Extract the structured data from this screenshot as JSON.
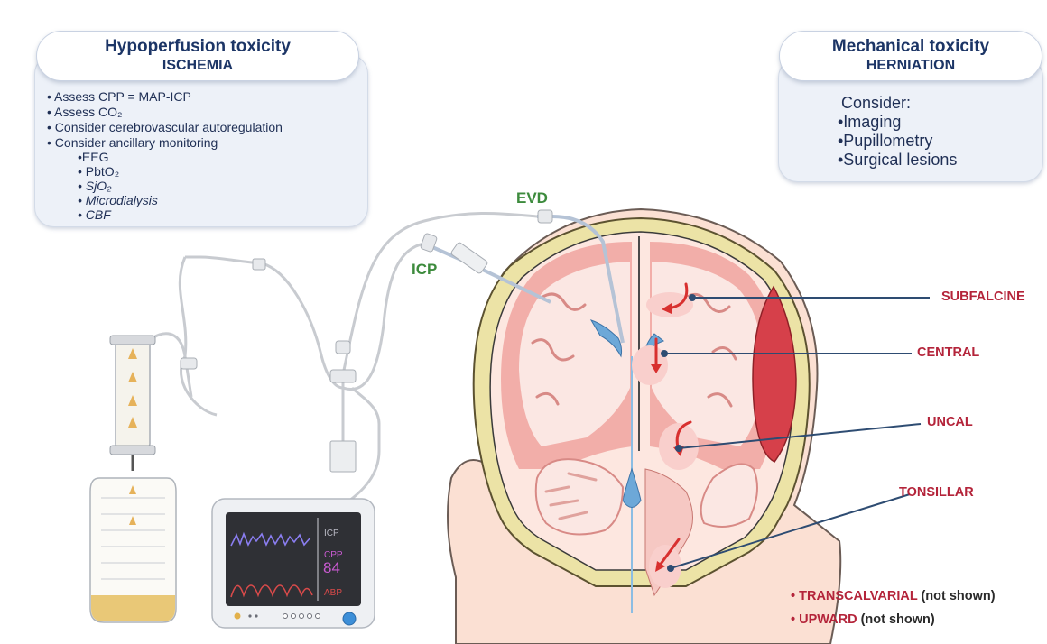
{
  "hypo": {
    "title": "Hypoperfusion toxicity",
    "subtitle": "ISCHEMIA",
    "items": [
      "• Assess CPP = MAP-ICP",
      "• Assess CO₂",
      "• Consider cerebrovascular autoregulation",
      "• Consider ancillary monitoring"
    ],
    "subitems": [
      "•EEG",
      "• PbtO₂",
      "• SjO₂",
      "• Microdialysis",
      "• CBF"
    ]
  },
  "mech": {
    "title": "Mechanical toxicity",
    "subtitle": "HERNIATION",
    "consider": "Consider:",
    "items": [
      "•Imaging",
      "•Pupillometry",
      "•Surgical lesions"
    ]
  },
  "catheters": {
    "evd": "EVD",
    "icp": "ICP"
  },
  "herniations": [
    "SUBFALCINE",
    "CENTRAL",
    "UNCAL",
    "TONSILLAR"
  ],
  "notes": [
    {
      "bullet": "•",
      "label": "TRANSCALVARIAL",
      "suffix": "(not shown)"
    },
    {
      "bullet": "•",
      "label": "UPWARD",
      "suffix": "(not shown)"
    }
  ],
  "monitor": {
    "icp": "ICP",
    "cpp": "CPP",
    "cpp_value": "84",
    "abp": "ABP"
  },
  "colors": {
    "heading": "#1c3566",
    "label_red": "#b4243a",
    "catheter_green": "#3d8b3d",
    "brain": "#f3b7b5",
    "lesion": "#d6404a"
  }
}
